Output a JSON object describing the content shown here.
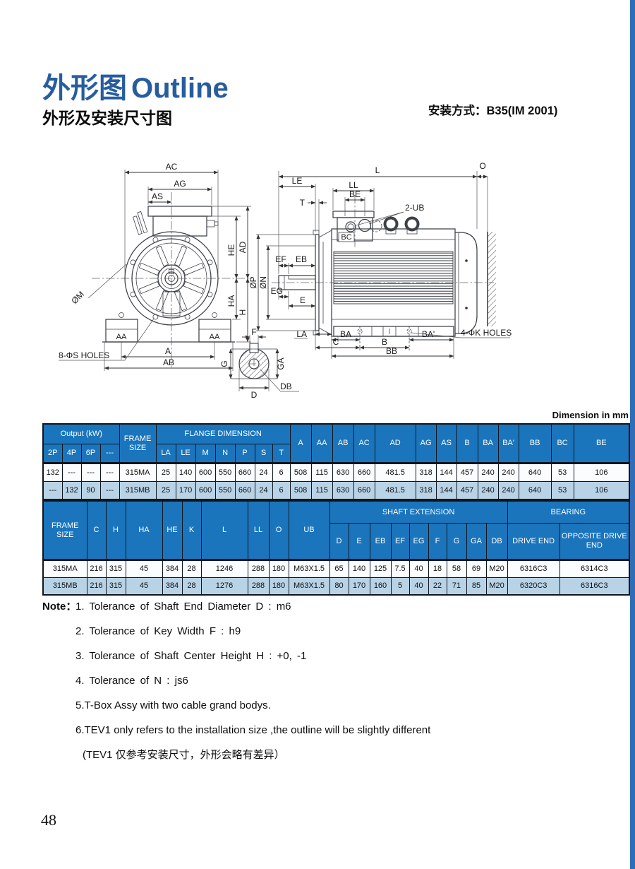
{
  "page": {
    "title_zh": "外形图",
    "title_en": "Outline",
    "subtitle": "外形及安装尺寸图",
    "mounting": "安装方式：B35(IM 2001)",
    "dimension_note": "Dimension in  mm",
    "page_number": "48"
  },
  "colors": {
    "table_header_blue": "#1b75bc",
    "table_alt_row_blue": "#b9d3e6",
    "title_blue": "#275d9e",
    "edge_bar_blue": "#2f6eb6"
  },
  "drawing": {
    "labels": {
      "ac": "AC",
      "ag": "AG",
      "as": "AS",
      "he": "HE",
      "ad": "AD",
      "ha": "HA",
      "h": "H",
      "m": "ØM",
      "aa": "AA",
      "a": "A",
      "ab": "AB",
      "s_holes": "8-ΦS HOLES",
      "l": "L",
      "o": "O",
      "le": "LE",
      "t": "T",
      "ll": "LL",
      "be": "BE",
      "ub": "2-UB",
      "bc": "BC",
      "ef": "EF",
      "eb": "EB",
      "eg": "EG",
      "e": "E",
      "p": "ØP",
      "n": "ØN",
      "la": "LA",
      "c": "C",
      "ba": "BA",
      "b": "B",
      "ba2": "BA'",
      "bb": "BB",
      "k_holes": "4-ΦK HOLES",
      "f": "F",
      "g": "G",
      "ga": "GA",
      "d": "D",
      "db": "DB"
    }
  },
  "table1": {
    "header": {
      "output": "Output (kW)",
      "poles": [
        "2P",
        "4P",
        "6P",
        "---"
      ],
      "frame": "FRAME SIZE",
      "flange": "FLANGE DIMENSION",
      "flange_cols": [
        "LA",
        "LE",
        "M",
        "N",
        "P",
        "S",
        "T"
      ],
      "other_cols": [
        "A",
        "AA",
        "AB",
        "AC",
        "AD",
        "AG",
        "AS",
        "B",
        "BA",
        "BA'",
        "BB",
        "BC",
        "BE"
      ]
    },
    "rows": [
      [
        "132",
        "---",
        "---",
        "---",
        "315MA",
        "25",
        "140",
        "600",
        "550",
        "660",
        "24",
        "6",
        "508",
        "115",
        "630",
        "660",
        "481.5",
        "318",
        "144",
        "457",
        "240",
        "240",
        "640",
        "53",
        "106"
      ],
      [
        "---",
        "132",
        "90",
        "---",
        "315MB",
        "25",
        "170",
        "600",
        "550",
        "660",
        "24",
        "6",
        "508",
        "115",
        "630",
        "660",
        "481.5",
        "318",
        "144",
        "457",
        "240",
        "240",
        "640",
        "53",
        "106"
      ]
    ]
  },
  "table2": {
    "header": {
      "left_cols": [
        "FRAME SIZE",
        "C",
        "H",
        "HA",
        "HE",
        "K",
        "L",
        "LL",
        "O",
        "UB"
      ],
      "shaft": "SHAFT EXTENSION",
      "shaft_cols": [
        "D",
        "E",
        "EB",
        "EF",
        "EG",
        "F",
        "G",
        "GA",
        "DB"
      ],
      "bearing": "BEARING",
      "bearing_cols": [
        "DRIVE END",
        "OPPOSITE DRIVE END"
      ]
    },
    "rows": [
      [
        "315MA",
        "216",
        "315",
        "45",
        "384",
        "28",
        "1246",
        "288",
        "180",
        "M63X1.5",
        "65",
        "140",
        "125",
        "7.5",
        "40",
        "18",
        "58",
        "69",
        "M20",
        "6316C3",
        "6314C3"
      ],
      [
        "315MB",
        "216",
        "315",
        "45",
        "384",
        "28",
        "1276",
        "288",
        "180",
        "M63X1.5",
        "80",
        "170",
        "160",
        "5",
        "40",
        "22",
        "71",
        "85",
        "M20",
        "6320C3",
        "6316C3"
      ]
    ]
  },
  "notes": {
    "label": "Note：",
    "items": [
      "1. Tolerance  of  Shaft  End  Diameter  D : m6",
      "2. Tolerance  of  Key  Width  F : h9",
      "3. Tolerance  of  Shaft  Center  Height  H : +0,  -1",
      "4. Tolerance  of  N : js6",
      "5.T-Box Assy with two cable grand bodys.",
      "6.TEV1 only refers  to the installation size ,the outline will be slightly different",
      "(TEV1 仅参考安装尺寸，外形会略有差异）"
    ]
  }
}
